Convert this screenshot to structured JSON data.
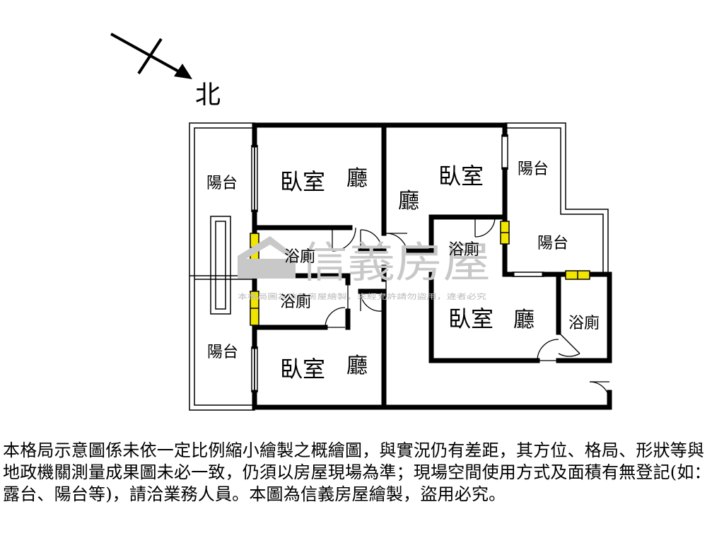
{
  "compass": {
    "label": "北",
    "icon": "north-arrow-icon"
  },
  "rooms": {
    "balcony_upper_left": "陽台",
    "bedroom_upper_left": "臥室",
    "living_upper_left": "廳",
    "living_upper_middle": "廳",
    "bedroom_upper_right": "臥室",
    "balcony_upper_right": "陽台",
    "bathroom_middle_left_upper": "浴廁",
    "bathroom_middle_right": "浴廁",
    "balcony_middle_right": "陽台",
    "bathroom_middle_left_lower": "浴廁",
    "bedroom_lower_right": "臥室",
    "living_lower_right": "廳",
    "bathroom_lower_right": "浴廁",
    "balcony_lower_left": "陽台",
    "bedroom_lower_left": "臥室",
    "living_lower_left": "廳"
  },
  "watermark": {
    "brand": "信義房屋",
    "notice": "本格局圖為信義房屋繪製，未經允許請勿盜用，違者必究"
  },
  "colors": {
    "wall": "#000000",
    "window_fill": "#f2e600",
    "watermark": "#c8c8c8"
  },
  "disclaimer": "本格局示意圖係未依一定比例縮小繪製之概繪圖，與實況仍有差距，其方位、格局、形狀等與地政機關測量成果圖未必一致，仍須以房屋現場為準；現場空間使用方式及面積有無登記(如：露台、陽台等)，請洽業務人員。本圖為信義房屋繪製，盜用必究。"
}
